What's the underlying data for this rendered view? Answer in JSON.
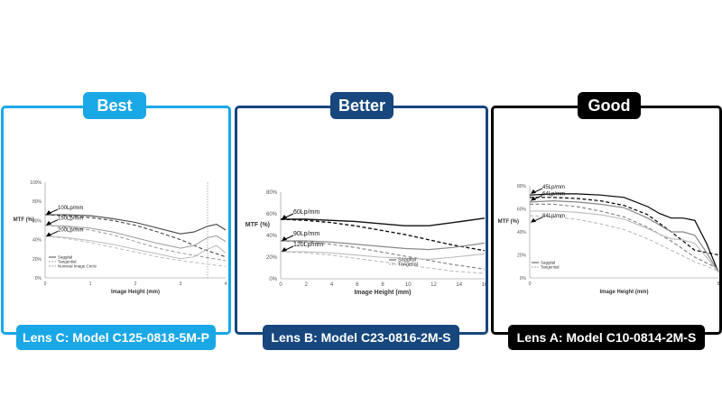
{
  "panels": [
    {
      "tier": "Best",
      "lens": "Lens C: Model C125-0818-5M-P",
      "color": "#1aa7e6"
    },
    {
      "tier": "Better",
      "lens": "Lens B: Model C23-0816-2M-S",
      "color": "#17477d"
    },
    {
      "tier": "Good",
      "lens": "Lens A: Model C10-0814-2M-S",
      "color": "#000000"
    }
  ],
  "chart_data": [
    {
      "type": "line",
      "xlabel": "Image Height (mm)",
      "ylabel": "MTF (%)",
      "xlim": [
        0,
        4
      ],
      "ylim": [
        0,
        100
      ],
      "xticks": [
        "0",
        "1",
        "2",
        "3",
        "4"
      ],
      "yticks": [
        "0%",
        "20%",
        "40%",
        "60%",
        "80%",
        "100%"
      ],
      "annotations": [
        {
          "text": "100Lp/mm",
          "x": 0,
          "y": 66
        },
        {
          "text": "150Lp/mm",
          "x": 0,
          "y": 55
        },
        {
          "text": "200Lp/mm",
          "x": 0,
          "y": 43
        }
      ],
      "legend": {
        "position": "bottom-left",
        "items": [
          "Saggital",
          "Tangential",
          "Nominal Image Circle"
        ]
      },
      "marker_line_x": 3.6,
      "series": [
        {
          "group": "100Lp/mm",
          "style": "solid",
          "x": [
            0,
            0.5,
            1,
            1.5,
            2,
            2.5,
            3,
            3.3,
            3.6,
            3.8,
            4
          ],
          "y": [
            66,
            66,
            65,
            62,
            58,
            52,
            46,
            48,
            54,
            56,
            50
          ]
        },
        {
          "group": "100Lp/mm",
          "style": "dashed",
          "x": [
            0,
            0.5,
            1,
            1.5,
            2,
            2.5,
            3,
            3.5,
            4
          ],
          "y": [
            66,
            65,
            63,
            60,
            55,
            48,
            40,
            30,
            22
          ]
        },
        {
          "group": "150Lp/mm",
          "style": "solid",
          "x": [
            0,
            0.5,
            1,
            1.5,
            2,
            2.5,
            3,
            3.3,
            3.6,
            3.8,
            4
          ],
          "y": [
            55,
            54,
            52,
            48,
            42,
            36,
            31,
            34,
            42,
            44,
            38
          ]
        },
        {
          "group": "150Lp/mm",
          "style": "dashed",
          "x": [
            0,
            0.5,
            1,
            1.5,
            2,
            2.5,
            3,
            3.5,
            4
          ],
          "y": [
            55,
            53,
            50,
            45,
            38,
            31,
            26,
            22,
            18
          ]
        },
        {
          "group": "200Lp/mm",
          "style": "solid",
          "x": [
            0,
            0.5,
            1,
            1.5,
            2,
            2.5,
            3,
            3.3,
            3.6,
            3.8,
            4
          ],
          "y": [
            44,
            42,
            39,
            35,
            30,
            25,
            20,
            22,
            30,
            34,
            26
          ]
        },
        {
          "group": "200Lp/mm",
          "style": "dashed",
          "x": [
            0,
            0.5,
            1,
            1.5,
            2,
            2.5,
            3,
            3.5,
            4
          ],
          "y": [
            44,
            41,
            37,
            32,
            27,
            22,
            18,
            15,
            12
          ]
        }
      ]
    },
    {
      "type": "line",
      "xlabel": "Image Height (mm)",
      "ylabel": "MTF (%)",
      "xlim": [
        0,
        16.5
      ],
      "ylim": [
        0,
        80
      ],
      "xticks": [
        "0",
        "2",
        "4",
        "6",
        "8",
        "10",
        "12",
        "14",
        "16"
      ],
      "yticks": [
        "0%",
        "20%",
        "40%",
        "60%",
        "80%"
      ],
      "annotations": [
        {
          "text": "60Lp/mm",
          "x": 0,
          "y": 55
        },
        {
          "text": "90Lp/mm",
          "x": 0,
          "y": 35
        },
        {
          "text": "120Lp/mm",
          "x": 0,
          "y": 25
        }
      ],
      "legend": {
        "position": "bottom-right",
        "items": [
          "Saggital",
          "Tangetial"
        ]
      },
      "series": [
        {
          "group": "60Lp/mm",
          "style": "solid",
          "x": [
            0,
            2,
            4,
            6,
            8,
            10,
            12,
            14,
            16.5
          ],
          "y": [
            55,
            55,
            54,
            53,
            51,
            49,
            49,
            52,
            56
          ]
        },
        {
          "group": "60Lp/mm",
          "style": "dashed",
          "x": [
            0,
            2,
            4,
            6,
            8,
            10,
            12,
            14,
            16.5
          ],
          "y": [
            55,
            54,
            52,
            49,
            45,
            41,
            36,
            31,
            26
          ]
        },
        {
          "group": "90Lp/mm",
          "style": "solid",
          "x": [
            0,
            2,
            4,
            6,
            8,
            10,
            12,
            14,
            16.5
          ],
          "y": [
            35,
            35,
            34,
            32,
            30,
            28,
            27,
            29,
            33
          ]
        },
        {
          "group": "90Lp/mm",
          "style": "dashed",
          "x": [
            0,
            2,
            4,
            6,
            8,
            10,
            12,
            14,
            16.5
          ],
          "y": [
            35,
            34,
            32,
            29,
            25,
            21,
            17,
            13,
            9
          ]
        },
        {
          "group": "120Lp/mm",
          "style": "solid",
          "x": [
            0,
            2,
            4,
            6,
            8,
            10,
            12,
            14,
            16.5
          ],
          "y": [
            25,
            25,
            24,
            22,
            20,
            19,
            18,
            20,
            23
          ]
        },
        {
          "group": "120Lp/mm",
          "style": "dashed",
          "x": [
            0,
            2,
            4,
            6,
            8,
            10,
            12,
            14,
            16.5
          ],
          "y": [
            25,
            24,
            22,
            19,
            16,
            13,
            10,
            7,
            5
          ]
        }
      ]
    },
    {
      "type": "line",
      "xlabel": "Image Height (mm)",
      "ylabel": "MTF (%)",
      "xlim": [
        0,
        8
      ],
      "ylim": [
        0,
        80
      ],
      "xticks": [
        "0",
        "8"
      ],
      "yticks": [
        "0%",
        "20%",
        "40%",
        "60%",
        "80%"
      ],
      "annotations": [
        {
          "text": "45Lp/mm",
          "x": 0,
          "y": 73
        },
        {
          "text": "64Lp/mm",
          "x": 0,
          "y": 67
        },
        {
          "text": "84Lp/mm",
          "x": 0,
          "y": 48
        }
      ],
      "legend": {
        "position": "bottom-left",
        "items": [
          "Saggital",
          "Tangential"
        ]
      },
      "series": [
        {
          "group": "45Lp/mm",
          "style": "solid",
          "x": [
            0,
            1,
            2,
            3,
            4,
            5,
            5.5,
            6,
            6.5,
            7,
            7.5,
            8
          ],
          "y": [
            72,
            73,
            73,
            72,
            70,
            62,
            56,
            52,
            52,
            50,
            30,
            5
          ]
        },
        {
          "group": "45Lp/mm",
          "style": "dashed",
          "x": [
            0,
            1,
            2,
            3,
            4,
            5,
            6,
            7,
            8
          ],
          "y": [
            70,
            70,
            69,
            67,
            63,
            55,
            40,
            24,
            20
          ]
        },
        {
          "group": "64Lp/mm",
          "style": "solid",
          "x": [
            0,
            1,
            2,
            3,
            4,
            5,
            5.5,
            6,
            6.5,
            7,
            7.5,
            8
          ],
          "y": [
            66,
            67,
            66,
            64,
            61,
            52,
            46,
            40,
            40,
            37,
            22,
            5
          ]
        },
        {
          "group": "64Lp/mm",
          "style": "dashed",
          "x": [
            0,
            1,
            2,
            3,
            4,
            5,
            6,
            7,
            8
          ],
          "y": [
            64,
            64,
            62,
            58,
            53,
            44,
            32,
            18,
            8
          ]
        },
        {
          "group": "84Lp/mm",
          "style": "solid",
          "x": [
            0,
            1,
            2,
            3,
            4,
            5,
            5.5,
            6,
            6.5,
            7,
            7.5,
            8
          ],
          "y": [
            58,
            58,
            57,
            55,
            51,
            43,
            38,
            34,
            33,
            30,
            18,
            5
          ]
        },
        {
          "group": "84Lp/mm",
          "style": "dashed",
          "x": [
            0,
            1,
            2,
            3,
            4,
            5,
            6,
            7,
            8
          ],
          "y": [
            54,
            53,
            51,
            47,
            42,
            34,
            24,
            14,
            6
          ]
        }
      ]
    }
  ]
}
